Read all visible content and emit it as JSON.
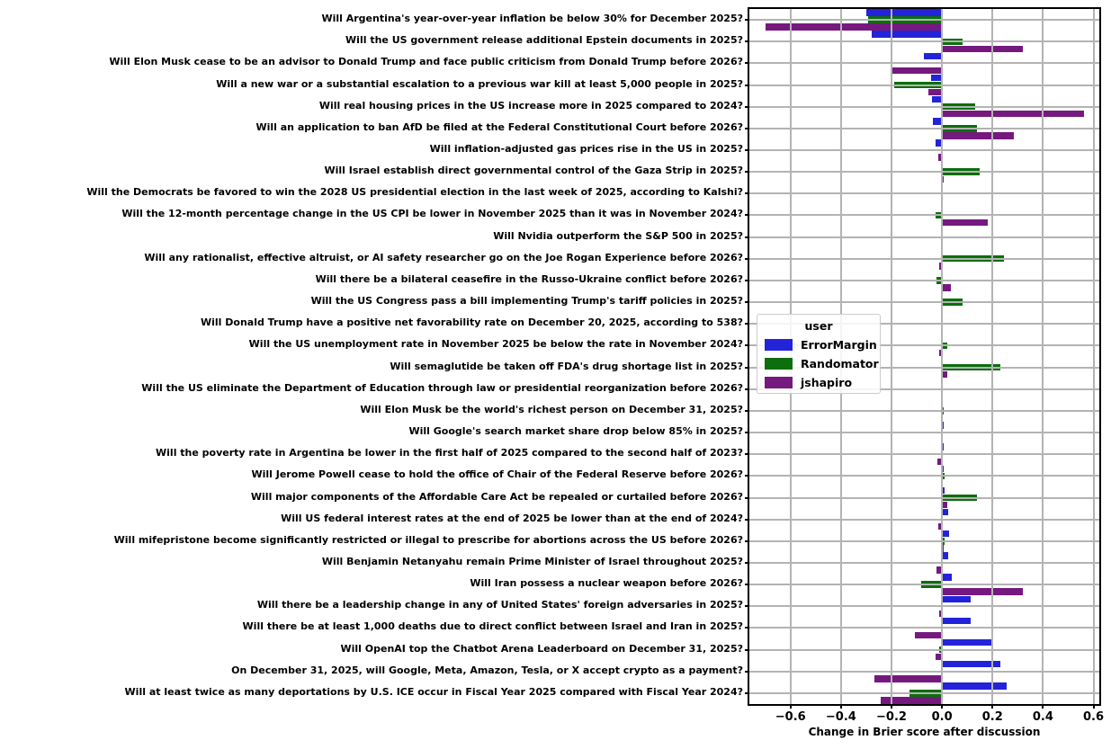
{
  "chart_data": {
    "type": "bar",
    "orientation": "horizontal",
    "xlabel": "Change in Brier score after discussion",
    "xlim": [
      -0.763,
      0.623
    ],
    "xticks": [
      -0.6,
      -0.4,
      -0.2,
      0.0,
      0.2,
      0.4,
      0.6
    ],
    "grid": true,
    "legend": {
      "title": "user",
      "position": "center-left"
    },
    "categories": [
      "Will Argentina's year-over-year inflation be below 30% for December 2025?",
      "Will the US government release additional Epstein documents in 2025?",
      "Will Elon Musk cease to be an advisor to Donald Trump and face public criticism from Donald Trump before 2026?",
      "Will a new war or a substantial escalation to a previous war kill at least 5,000 people in 2025?",
      "Will real housing prices in the US increase more in 2025 compared to 2024?",
      "Will an application to ban AfD be filed at the Federal Constitutional Court before 2026?",
      "Will inflation-adjusted gas prices rise in the US in 2025?",
      "Will Israel establish direct governmental control of the Gaza Strip in 2025?",
      "Will the Democrats be favored to win the 2028 US presidential election in the last week of 2025, according to Kalshi?",
      "Will the 12-month percentage change in the US CPI be lower in November 2025 than it was in November 2024?",
      "Will Nvidia outperform the S&P 500 in 2025?",
      "Will any rationalist, effective altruist, or AI safety researcher go on the Joe Rogan Experience before 2026?",
      "Will there be a bilateral ceasefire in the Russo-Ukraine conflict before 2026?",
      "Will the US Congress pass a bill implementing Trump's tariff policies in 2025?",
      "Will Donald Trump have a positive net favorability rate on December 20, 2025, according to 538?",
      "Will the US unemployment rate in November 2025 be below the rate in November 2024?",
      "Will semaglutide be taken off FDA's drug shortage list in 2025?",
      "Will the US eliminate the Department of Education through law or presidential reorganization before 2026?",
      "Will Elon Musk be the world's richest person on December 31, 2025?",
      "Will Google's search market share drop below 85% in 2025?",
      "Will the poverty rate in Argentina be lower in the first half of 2025 compared to the second half of 2023?",
      "Will Jerome Powell cease to hold the office of Chair of the Federal Reserve before 2026?",
      "Will major components of the Affordable Care Act be repealed or curtailed before 2026?",
      "Will US federal interest rates at the end of 2025 be lower than at the end of 2024?",
      "Will mifepristone become significantly restricted or illegal to prescribe for abortions across the US before 2026?",
      "Will Benjamin Netanyahu remain Prime Minister of Israel throughout 2025?",
      "Will Iran possess a nuclear weapon before 2026?",
      "Will there be a leadership change in any of United States' foreign adversaries in 2025?",
      "Will there be at least 1,000 deaths due to direct conflict between Israel and Iran in 2025?",
      "Will OpenAI top the Chatbot Arena Leaderboard on December 31, 2025?",
      "On December 31, 2025, will Google, Meta, Amazon, Tesla, or X accept crypto as a payment?",
      "Will at least twice as many deportations by U.S. ICE occur in Fiscal Year 2025 compared with Fiscal Year 2024?"
    ],
    "series": [
      {
        "name": "ErrorMargin",
        "color": "#2323d9",
        "values": [
          -0.3,
          -0.278,
          -0.073,
          -0.045,
          -0.038,
          -0.035,
          -0.025,
          0,
          0,
          0,
          0,
          0,
          0,
          0,
          0,
          0,
          0,
          0,
          0,
          0.007,
          0.007,
          0.008,
          0.009,
          0.024,
          0.027,
          0.026,
          0.037,
          0.112,
          0.114,
          0.198,
          0.231,
          0.257
        ]
      },
      {
        "name": "Randomator",
        "color": "#0c6e0c",
        "values": [
          -0.293,
          0.082,
          0,
          -0.189,
          0.13,
          0.138,
          0,
          0.15,
          0,
          -0.024,
          0,
          0.245,
          -0.023,
          0.082,
          0,
          0.021,
          0.231,
          0,
          0.008,
          0,
          0,
          0.009,
          0.138,
          0,
          0.011,
          0,
          -0.081,
          0,
          0,
          -0.01,
          0,
          -0.13
        ]
      },
      {
        "name": "jshapiro",
        "color": "#75197f",
        "values": [
          -0.7,
          0.319,
          -0.198,
          -0.055,
          0.561,
          0.285,
          -0.016,
          0.007,
          0,
          0.181,
          0,
          -0.01,
          0.034,
          0,
          0,
          -0.011,
          0.02,
          0,
          0,
          0,
          -0.018,
          0,
          0.021,
          -0.013,
          0.005,
          -0.021,
          0.32,
          -0.012,
          -0.108,
          -0.026,
          -0.267,
          -0.242
        ]
      }
    ]
  }
}
